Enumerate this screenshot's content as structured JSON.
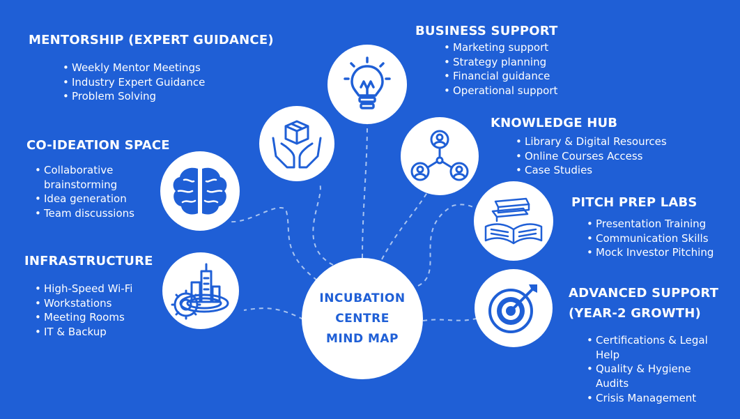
{
  "center": {
    "lines": [
      "INCUBATION",
      "CENTRE",
      "MIND MAP"
    ]
  },
  "nodes": {
    "mentorship": {
      "title": "MENTORSHIP (EXPERT GUIDANCE)",
      "items": [
        "Weekly Mentor Meetings",
        "Industry Expert Guidance",
        "Problem Solving"
      ]
    },
    "co_ideation": {
      "title": "CO-IDEATION SPACE",
      "items": [
        "Collaborative brainstorming",
        "Idea generation",
        "Team discussions"
      ]
    },
    "infrastructure": {
      "title": "INFRASTRUCTURE",
      "items": [
        "High-Speed Wi-Fi",
        "Workstations",
        "Meeting Rooms",
        "IT & Backup"
      ]
    },
    "business_support": {
      "title": "BUSINESS SUPPORT",
      "items": [
        "Marketing support",
        "Strategy planning",
        "Financial guidance",
        "Operational support"
      ]
    },
    "knowledge_hub": {
      "title": "KNOWLEDGE HUB",
      "items": [
        "Library & Digital Resources",
        "Online Courses Access",
        "Case Studies"
      ]
    },
    "pitch_prep": {
      "title": "PITCH PREP LABS",
      "items": [
        "Presentation Training",
        "Communication Skills",
        "Mock Investor Pitching"
      ]
    },
    "advanced_support": {
      "title_line1": "ADVANCED SUPPORT",
      "title_line2": "(YEAR-2 GROWTH)",
      "items": [
        "Certifications & Legal Help",
        "Quality & Hygiene Audits",
        "Crisis Management"
      ]
    }
  },
  "icons": {
    "bulb": "lightbulb-icon",
    "hands": "hands-holding-box-icon",
    "network": "people-network-icon",
    "brain": "brain-icon",
    "books": "books-icon",
    "city": "city-infrastructure-icon",
    "target": "target-arrow-icon"
  },
  "colors": {
    "background": "#1f5fd6",
    "circle": "#ffffff",
    "accent": "#1f5fd6",
    "text": "#ffffff"
  }
}
